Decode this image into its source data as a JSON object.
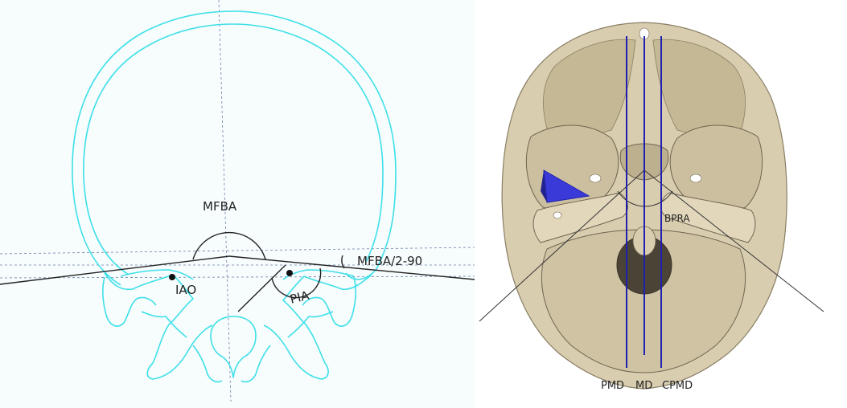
{
  "left_panel": {
    "labels": {
      "mfba": "MFBA",
      "mfba_half": "MFBA/2-90",
      "iao": "IAO",
      "pia": "PIA"
    }
  },
  "right_panel": {
    "labels": {
      "bpra": "BPRA",
      "pmd": "PMD",
      "md": "MD",
      "cpmd": "CPMD"
    }
  },
  "colors": {
    "skull_outline": "#3ee0e8",
    "guide_dashed": "#6a7fa8",
    "ink": "#222222",
    "bone": "#d9cdb0",
    "bone_shadow": "#7a6f58",
    "plane_blue": "#1f1fb0",
    "marker_blue": "#3a3ad8"
  }
}
